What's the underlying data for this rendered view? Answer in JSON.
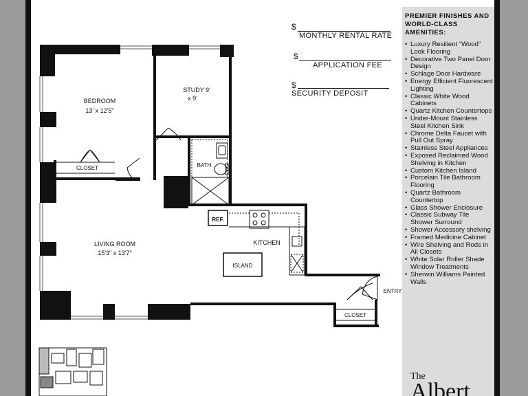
{
  "fees": [
    {
      "symbol": "$",
      "label": "MONTHLY RENTAL RATE"
    },
    {
      "symbol": "$",
      "label": "APPLICATION FEE"
    },
    {
      "symbol": "$",
      "label": "SECURITY DEPOSIT"
    }
  ],
  "plan": {
    "bedroom": {
      "name": "BEDROOM",
      "size": "13' x 12'5\""
    },
    "study": {
      "name": "STUDY 9'",
      "size": "x 9'"
    },
    "bath": "BATH",
    "closet_bedroom": "CLOSET",
    "living": {
      "name": "LIVING ROOM",
      "size": "15'3\" x 13'7\""
    },
    "kitchen": "KITCHEN",
    "ref": "REF.",
    "island": "ISLAND",
    "entry": "ENTRY",
    "closet_entry": "CLOSET"
  },
  "amenities": {
    "heading_line1": "PREMIER FINISHES AND",
    "heading_line2": "WORLD-CLASS AMENITIES:",
    "items": [
      "Luxury Resilient “Wood” Look Flooring",
      "Decorative Two Panel Door Design",
      "Schlage Door Hardware",
      "Energy Efficient Fluorescent Lighting",
      "Classic White Wood Cabinets",
      "Quartz Kitchen Countertops",
      "Under-Mount Stainless Steel Kitchen Sink",
      "Chrome Delta Faucet with Pull Out Spray",
      "Stainless Steel Appliances",
      "Exposed Reclaimed Wood Shelving in Kitchen",
      "Custom Kitchen Island",
      "Porcelain Tile Bathroom Flooring",
      "Quartz Bathroom Countertop",
      "Glass Shower Enclosure",
      "Classic Subway Tile Shower Surround",
      "Shower Accessory shelving",
      "Framed Medicine Cabinet",
      "Wire Shelving and Rods in All Closets",
      "White Solar Roller Shade Window Treatments",
      "Sherwin Williams Painted Walls"
    ]
  },
  "brand": {
    "prefix": "The",
    "name": "Albert"
  }
}
